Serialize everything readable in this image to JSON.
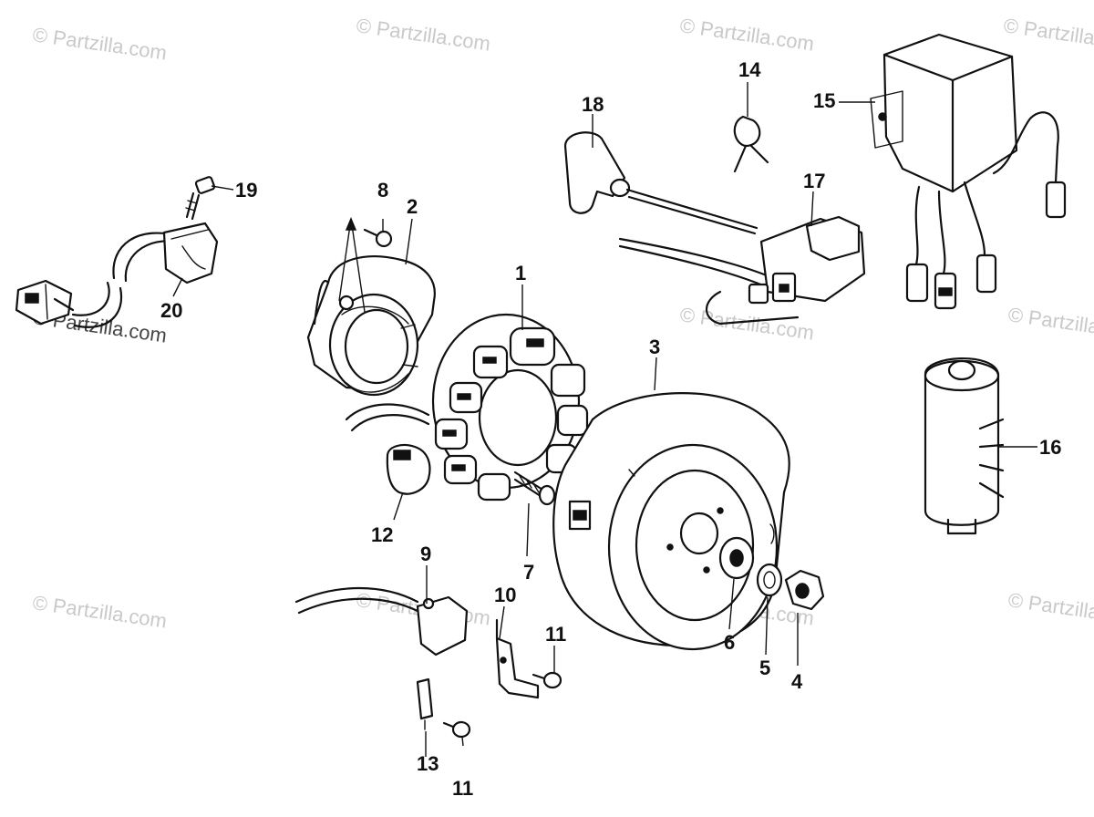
{
  "watermark": "© Partzilla.com",
  "callouts": [
    {
      "id": "1",
      "label": "1"
    },
    {
      "id": "2",
      "label": "2"
    },
    {
      "id": "3",
      "label": "3"
    },
    {
      "id": "4",
      "label": "4"
    },
    {
      "id": "5",
      "label": "5"
    },
    {
      "id": "6",
      "label": "6"
    },
    {
      "id": "7",
      "label": "7"
    },
    {
      "id": "8",
      "label": "8"
    },
    {
      "id": "9",
      "label": "9"
    },
    {
      "id": "10",
      "label": "10"
    },
    {
      "id": "11a",
      "label": "11"
    },
    {
      "id": "11b",
      "label": "11"
    },
    {
      "id": "12",
      "label": "12"
    },
    {
      "id": "13",
      "label": "13"
    },
    {
      "id": "14",
      "label": "14"
    },
    {
      "id": "15",
      "label": "15"
    },
    {
      "id": "16",
      "label": "16"
    },
    {
      "id": "17",
      "label": "17"
    },
    {
      "id": "18",
      "label": "18"
    },
    {
      "id": "19",
      "label": "19"
    },
    {
      "id": "20",
      "label": "20"
    }
  ]
}
